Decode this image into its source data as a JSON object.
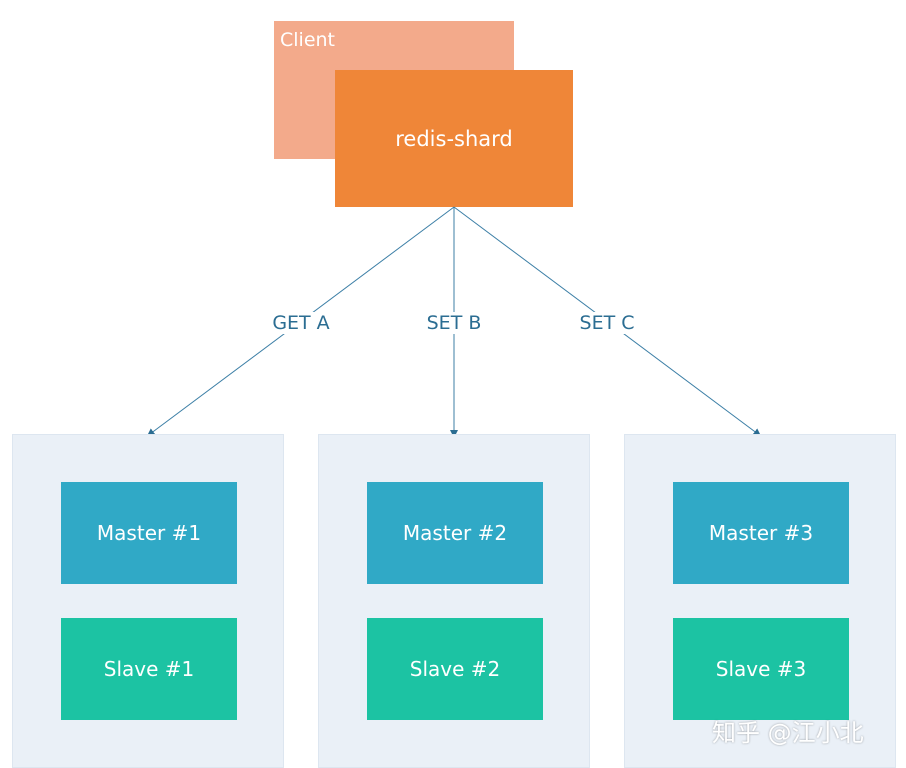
{
  "client": {
    "label": "Client"
  },
  "shard": {
    "label": "redis-shard"
  },
  "edges": [
    {
      "label": "GET A"
    },
    {
      "label": "SET B"
    },
    {
      "label": "SET C"
    }
  ],
  "groups": [
    {
      "master": "Master #1",
      "slave": "Slave #1"
    },
    {
      "master": "Master #2",
      "slave": "Slave #2"
    },
    {
      "master": "Master #3",
      "slave": "Slave #3"
    }
  ],
  "watermark": "知乎 @江小北",
  "colors": {
    "client": "#f3aa8b",
    "shard": "#ef8638",
    "master": "#30a9c6",
    "slave": "#1cc3a3",
    "group_bg": "#eaf0f7",
    "edge": "#2b6d92"
  }
}
